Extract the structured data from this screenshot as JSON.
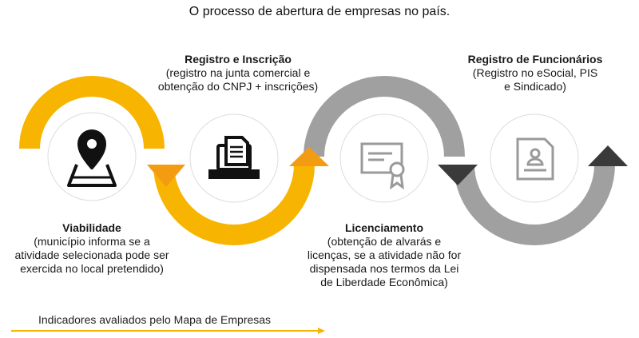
{
  "subtitle": "O processo de abertura de empresas no país.",
  "steps": [
    {
      "title": "Viabilidade",
      "desc": [
        "(município informa se a",
        "atividade selecionada pode ser",
        "exercida no local pretendido)"
      ],
      "icon": "map-pin-icon",
      "ring_color": "#F7B400"
    },
    {
      "title": "Registro e Inscrição",
      "desc": [
        "(registro na junta comercial e",
        "obtenção do CNPJ + inscrições)"
      ],
      "icon": "laptop-document-icon",
      "ring_color": "#F7B400"
    },
    {
      "title": "Licenciamento",
      "desc": [
        "(obtenção de alvarás e",
        "licenças, se a atividade não for",
        "dispensada nos termos da Lei",
        "de Liberdade Econômica)"
      ],
      "icon": "certificate-icon",
      "ring_color": "#9E9E9E"
    },
    {
      "title": "Registro de Funcionários",
      "desc": [
        "(Registro no eSocial, PIS",
        "e Sindicado)"
      ],
      "icon": "employee-form-icon",
      "ring_color": "#9E9E9E"
    }
  ],
  "legend": {
    "label": "Indicadores avaliados pelo Mapa de Empresas",
    "color": "#F7B400"
  },
  "colors": {
    "yellow": "#F7B400",
    "yellow_arrow": "#F39C12",
    "gray": "#9E9E9E",
    "dark_gray": "#3A3A3A"
  }
}
